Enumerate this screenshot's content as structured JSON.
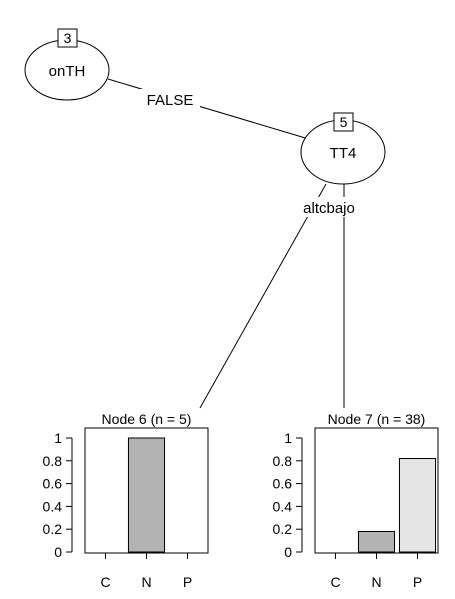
{
  "nodes": [
    {
      "id": "3",
      "label": "onTH"
    },
    {
      "id": "5",
      "label": "TT4"
    }
  ],
  "edges": [
    {
      "label": "FALSE"
    },
    {
      "label": "altc"
    },
    {
      "label": "bajo"
    }
  ],
  "colors": {
    "N": "#b3b3b3",
    "P": "#e5e5e5",
    "C": "#cccccc"
  },
  "chart_data": [
    {
      "type": "bar",
      "title": "Node 6 (n = 5)",
      "categories": [
        "C",
        "N",
        "P"
      ],
      "values": [
        0,
        1,
        0
      ],
      "yticks": [
        "0",
        "0.2",
        "0.4",
        "0.6",
        "0.8",
        "1"
      ],
      "ylim": [
        0,
        1
      ]
    },
    {
      "type": "bar",
      "title": "Node 7 (n = 38)",
      "categories": [
        "C",
        "N",
        "P"
      ],
      "values": [
        0,
        0.18,
        0.82
      ],
      "yticks": [
        "0",
        "0.2",
        "0.4",
        "0.6",
        "0.8",
        "1"
      ],
      "ylim": [
        0,
        1
      ]
    }
  ]
}
